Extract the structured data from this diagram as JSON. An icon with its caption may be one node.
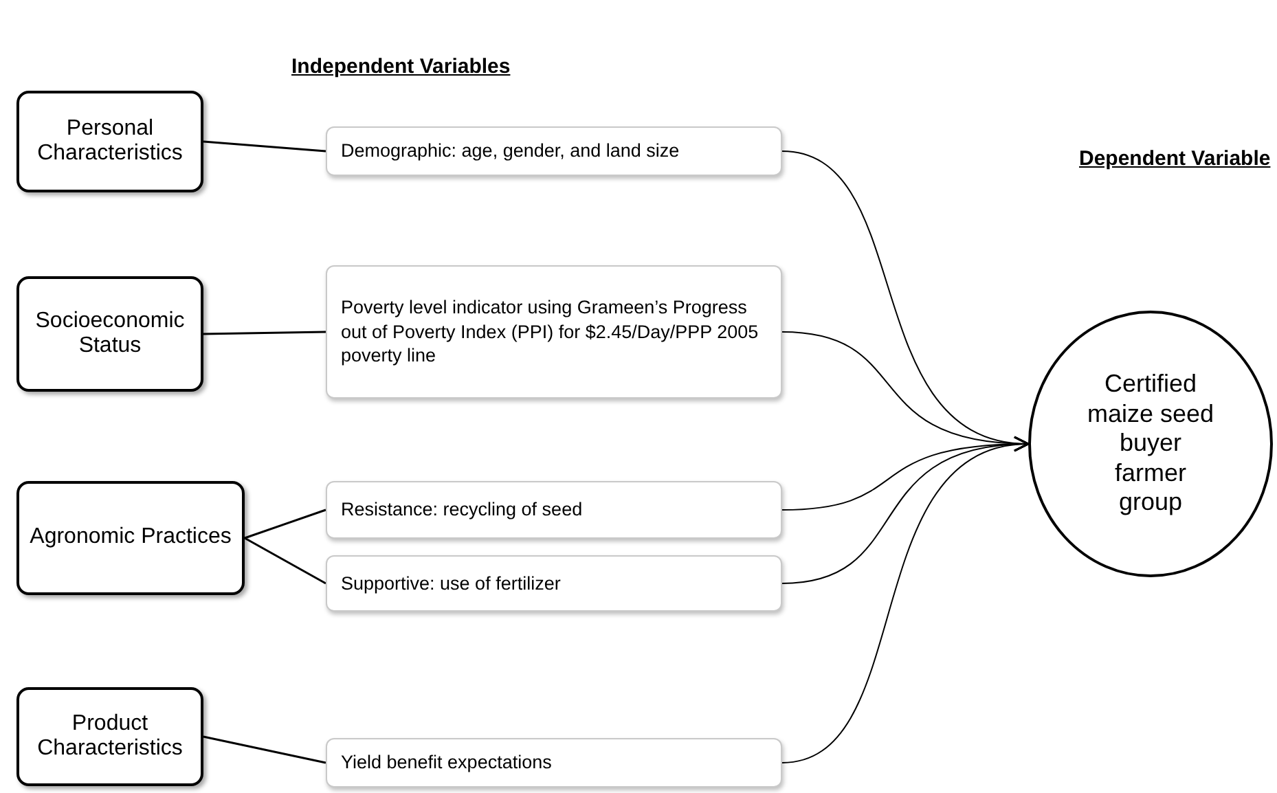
{
  "diagram": {
    "nodes": [
      {
        "text": [
          "Personal Characteristics"
        ]
      },
      {
        "text": [
          "Socioeconomic Status"
        ]
      },
      {
        "text": [
          "Agronomic Practices"
        ]
      },
      {
        "text": [
          "Product Characteristics"
        ]
      },
      {
        "text": [
          "Demographic: age, gender, and land size"
        ]
      },
      {
        "text": [
          "Poverty level indicator using Grameen’s Progress out of Poverty Index (PPI) for $2.45/Day/PPP 2005 poverty line"
        ]
      },
      {
        "text": [
          "Resistance: recycling of seed"
        ]
      },
      {
        "text": [
          "Supportive: use of fertilizer"
        ]
      },
      {
        "text": [
          "Yield benefit expectations"
        ]
      },
      {
        "text": [
          "Certified maize seed buyer farmer group"
        ]
      }
    ],
    "edges": [
      {
        "from": 0,
        "to": 4,
        "arrow": "none"
      },
      {
        "from": 1,
        "to": 5,
        "arrow": "none"
      },
      {
        "from": 2,
        "to": 6,
        "arrow": "none"
      },
      {
        "from": 2,
        "to": 7,
        "arrow": "none"
      },
      {
        "from": 3,
        "to": 8,
        "arrow": "none"
      },
      {
        "from": 4,
        "to": 9,
        "arrow": "to"
      },
      {
        "from": 5,
        "to": 9,
        "arrow": "to"
      },
      {
        "from": 6,
        "to": 9,
        "arrow": "to"
      },
      {
        "from": 7,
        "to": 9,
        "arrow": "to"
      },
      {
        "from": 8,
        "to": 9,
        "arrow": "to"
      }
    ],
    "labels": [
      "Independent Variables",
      "Dependent Variable"
    ]
  }
}
